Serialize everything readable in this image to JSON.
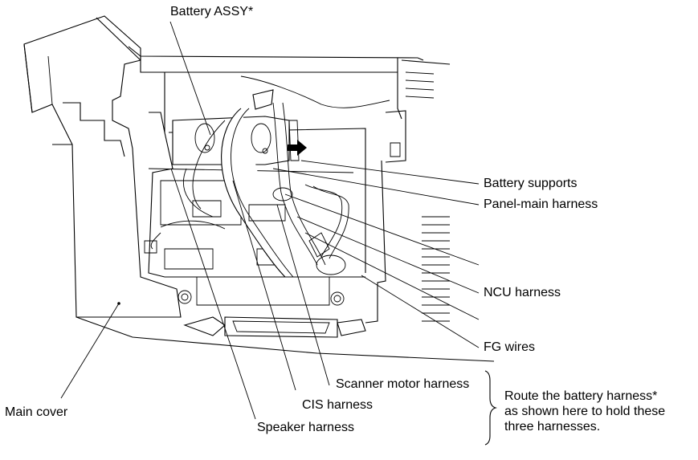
{
  "labels": {
    "battery_assy": "Battery ASSY*",
    "battery_supports": "Battery supports",
    "panel_main_harness": "Panel-main harness",
    "ncu_harness": "NCU harness",
    "fg_wires": "FG wires",
    "scanner_motor_harness": "Scanner motor harness",
    "cis_harness": "CIS harness",
    "speaker_harness": "Speaker harness",
    "main_cover": "Main cover"
  },
  "note": {
    "line1": "Route the battery harness*",
    "line2": "as shown here to hold these",
    "line3": "three harnesses."
  }
}
